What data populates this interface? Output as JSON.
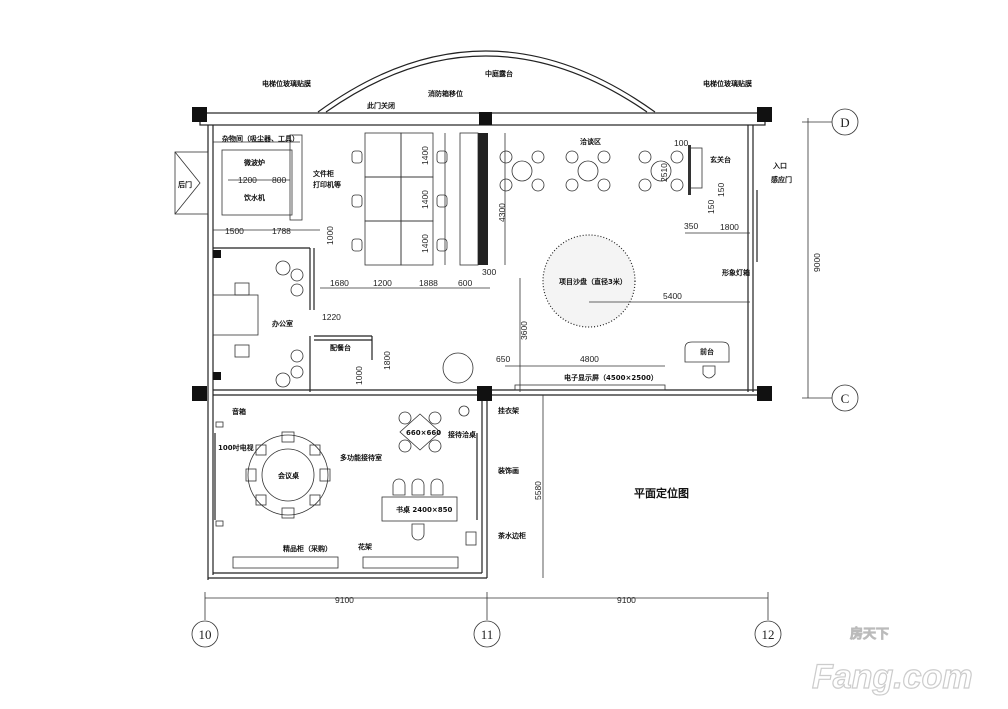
{
  "title": "平面定位图",
  "labels": {
    "elevator_film_left": "电梯位玻璃贴膜",
    "elevator_film_right": "电梯位玻璃贴膜",
    "atrium_terrace": "中庭露台",
    "door_closed": "此门关闭",
    "fire_box": "消防箱移位",
    "storage": "杂物间（吸尘器、工具）",
    "microwave": "微波炉",
    "water_dispenser": "饮水机",
    "file_cabinet": "文件柜",
    "printer": "打印机等",
    "back_door": "后门",
    "negotiation_area": "洽谈区",
    "foyer_table": "玄关台",
    "entrance": "入口",
    "sensor_door": "感应门",
    "sand_table": "项目沙盘（直径3米）",
    "light_box": "形象灯箱",
    "office": "办公室",
    "pantry": "配餐台",
    "screen": "电子显示屏（4500×2500）",
    "reception": "前台",
    "speaker": "音箱",
    "tv": "100吋电视",
    "meeting_table": "会议桌",
    "multi_room": "多功能接待室",
    "tea_table_size": "660×660",
    "tea_table": "接待洽桌",
    "coat_rack": "挂衣架",
    "decor_wall": "装饰画",
    "desk": "书桌 2400×850",
    "display_cabinet": "精品柜（采购）",
    "flower_stand": "花架",
    "side_cabinet": "茶水边柜"
  },
  "dimensions": {
    "d1200a": "1200",
    "d800": "800",
    "d1500": "1500",
    "d1788": "1788",
    "d1000a": "1000",
    "d1400a": "1400",
    "d1400b": "1400",
    "d1400c": "1400",
    "d4300": "4300",
    "d300": "300",
    "d1680": "1680",
    "d1200b": "1200",
    "d1888": "1888",
    "d600": "600",
    "d1220": "1220",
    "d1000b": "1000",
    "d1800a": "1800",
    "d650": "650",
    "d4800": "4800",
    "d3600": "3600",
    "d5400": "5400",
    "d100": "100",
    "d2510": "2510",
    "d150a": "150",
    "d150b": "150",
    "d350": "350",
    "d1800b": "1800",
    "d9000": "9000",
    "d5580": "5580",
    "d9100a": "9100",
    "d9100b": "9100"
  },
  "grid_axes": {
    "d": "D",
    "c": "C",
    "a10": "10",
    "a11": "11",
    "a12": "12"
  },
  "watermark": {
    "brand": "Fang.com",
    "cn": "房天下"
  }
}
